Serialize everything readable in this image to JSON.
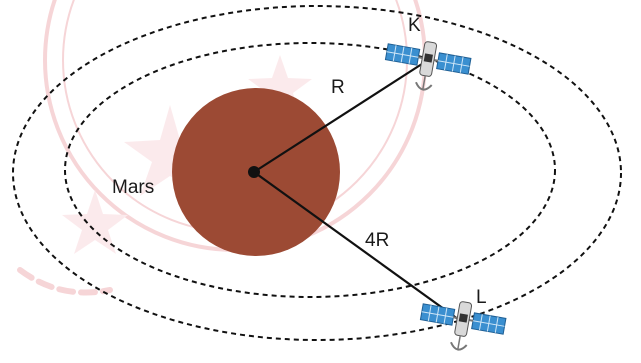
{
  "labels": {
    "planet": "Mars",
    "satellite_k": "K",
    "satellite_l": "L",
    "radius_k": "R",
    "radius_l": "4R"
  },
  "colors": {
    "planet": "#9c4a34",
    "orbit": "#111111",
    "panel": "#3a8fd0",
    "watermark": "#e06a73"
  }
}
